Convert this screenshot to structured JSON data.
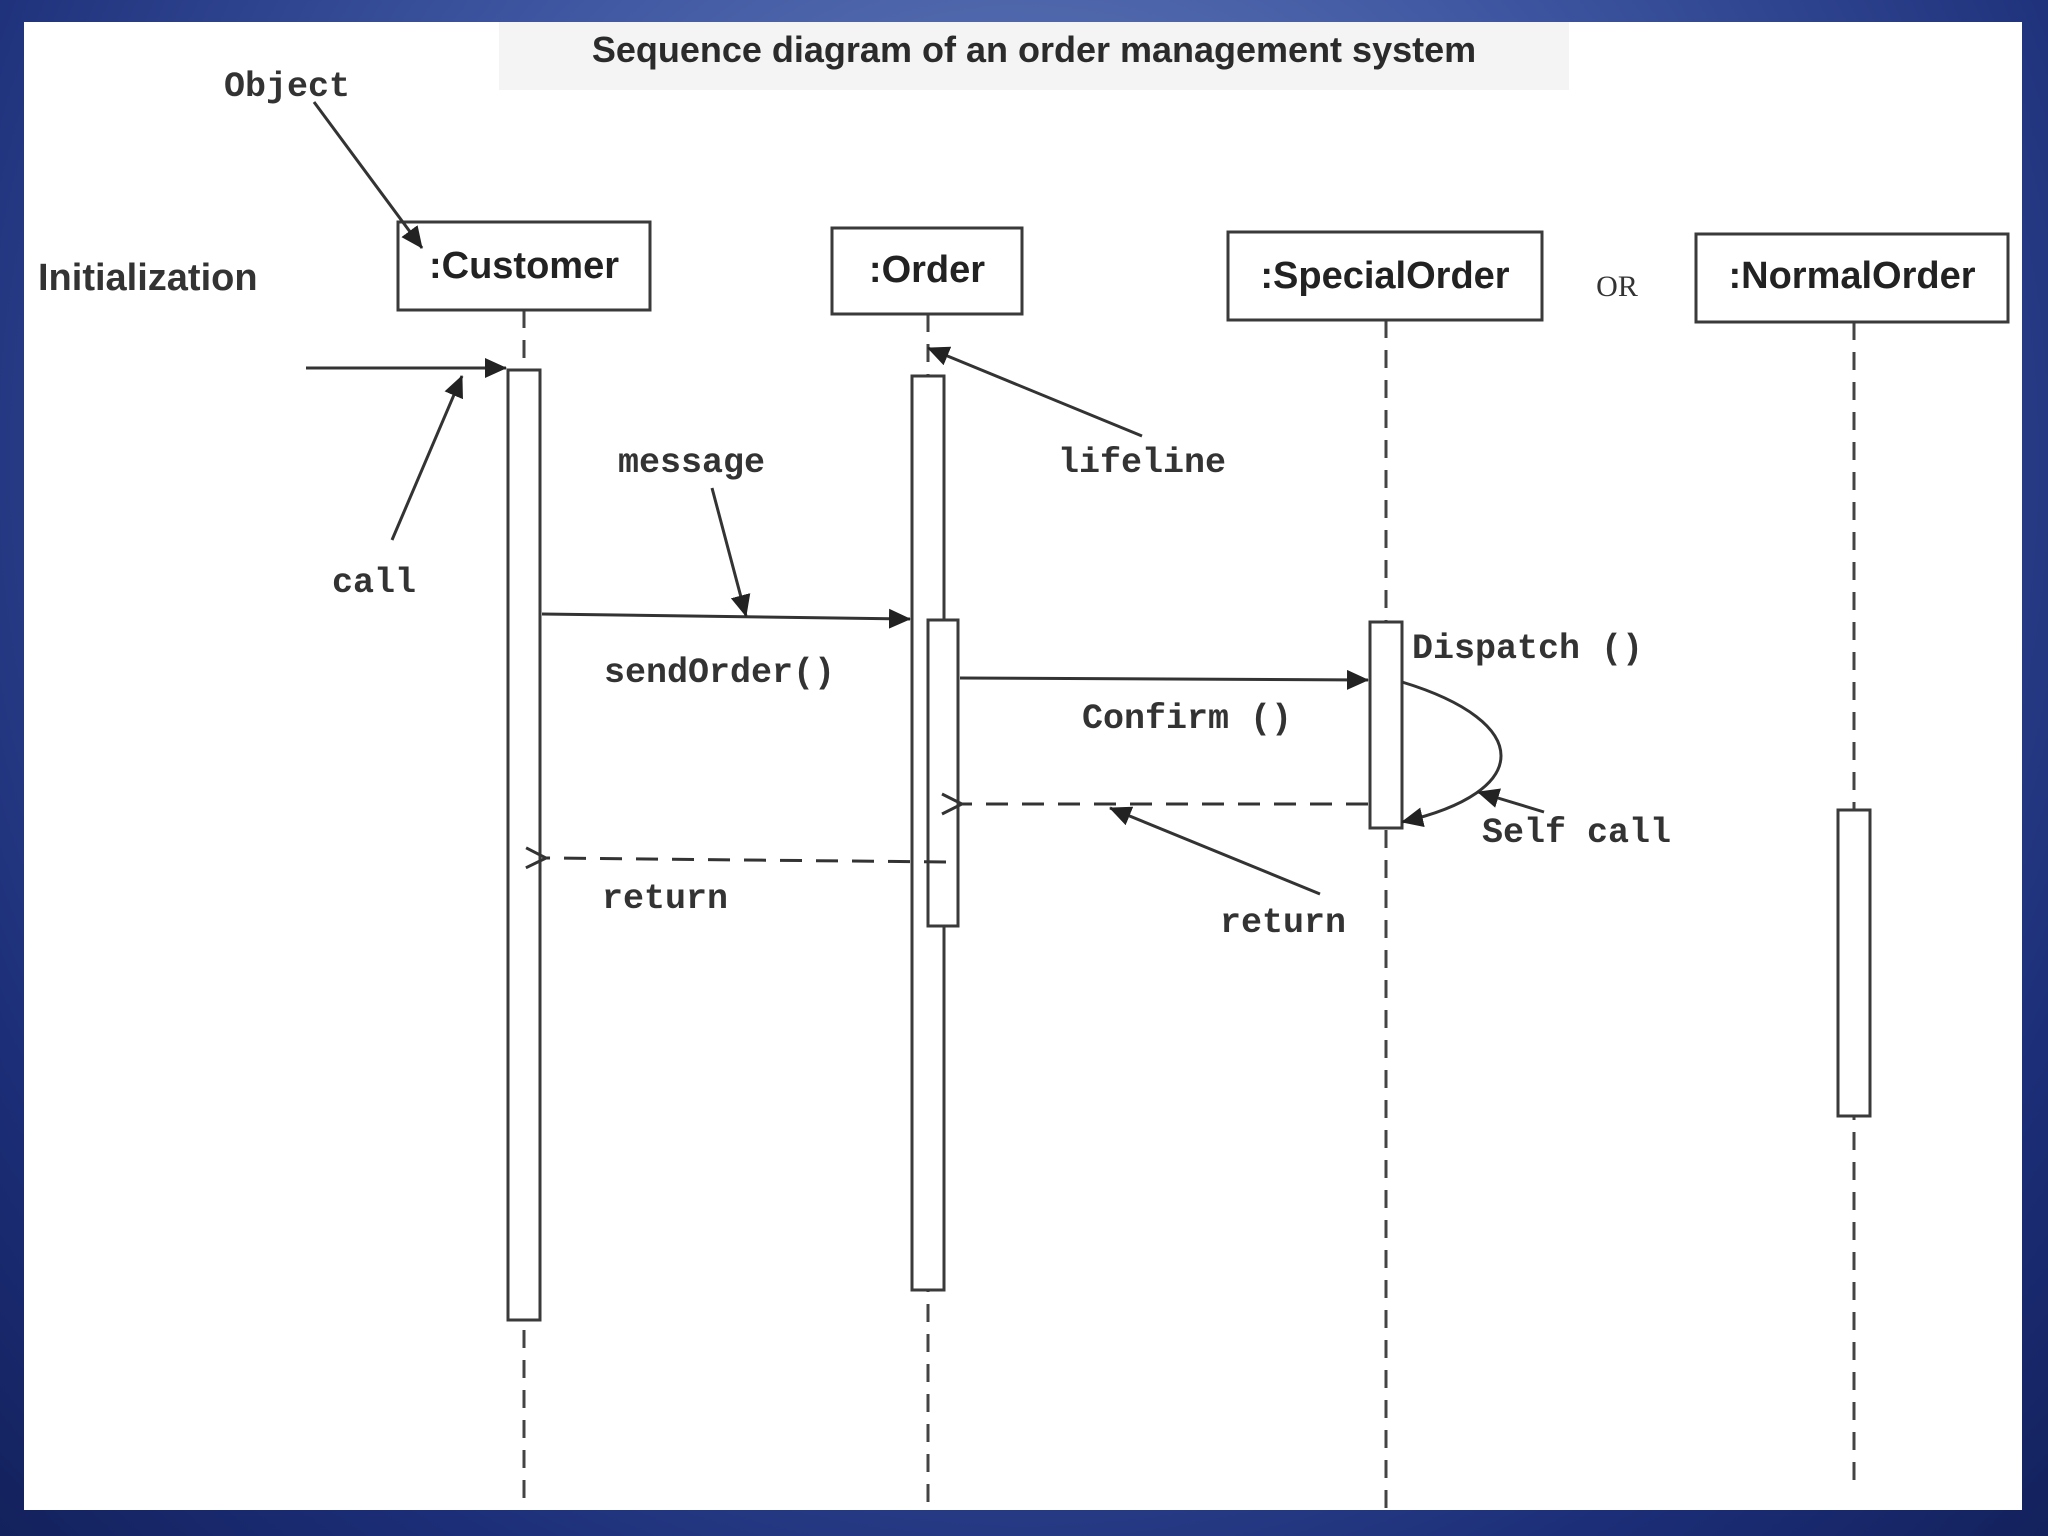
{
  "diagram": {
    "title": "Sequence diagram of an order management system",
    "initialization_label": "Initialization",
    "objects": [
      {
        "name": ":Customer"
      },
      {
        "name": ":Order"
      },
      {
        "name": ":SpecialOrder"
      },
      {
        "name": ":NormalOrder"
      }
    ],
    "or_label": "OR",
    "annotations": {
      "object": "Object",
      "call": "call",
      "message": "message",
      "lifeline": "lifeline",
      "self_call": "Self call",
      "return_order": "return"
    },
    "messages": {
      "send_order": "sendOrder()",
      "dispatch": "Dispatch ()",
      "confirm": "Confirm ()",
      "return_customer": "return"
    }
  },
  "colors": {
    "border_gradient_center": "#6f86bf",
    "border_gradient_edge": "#13215c",
    "canvas": "#ffffff",
    "ink": "#333333"
  }
}
